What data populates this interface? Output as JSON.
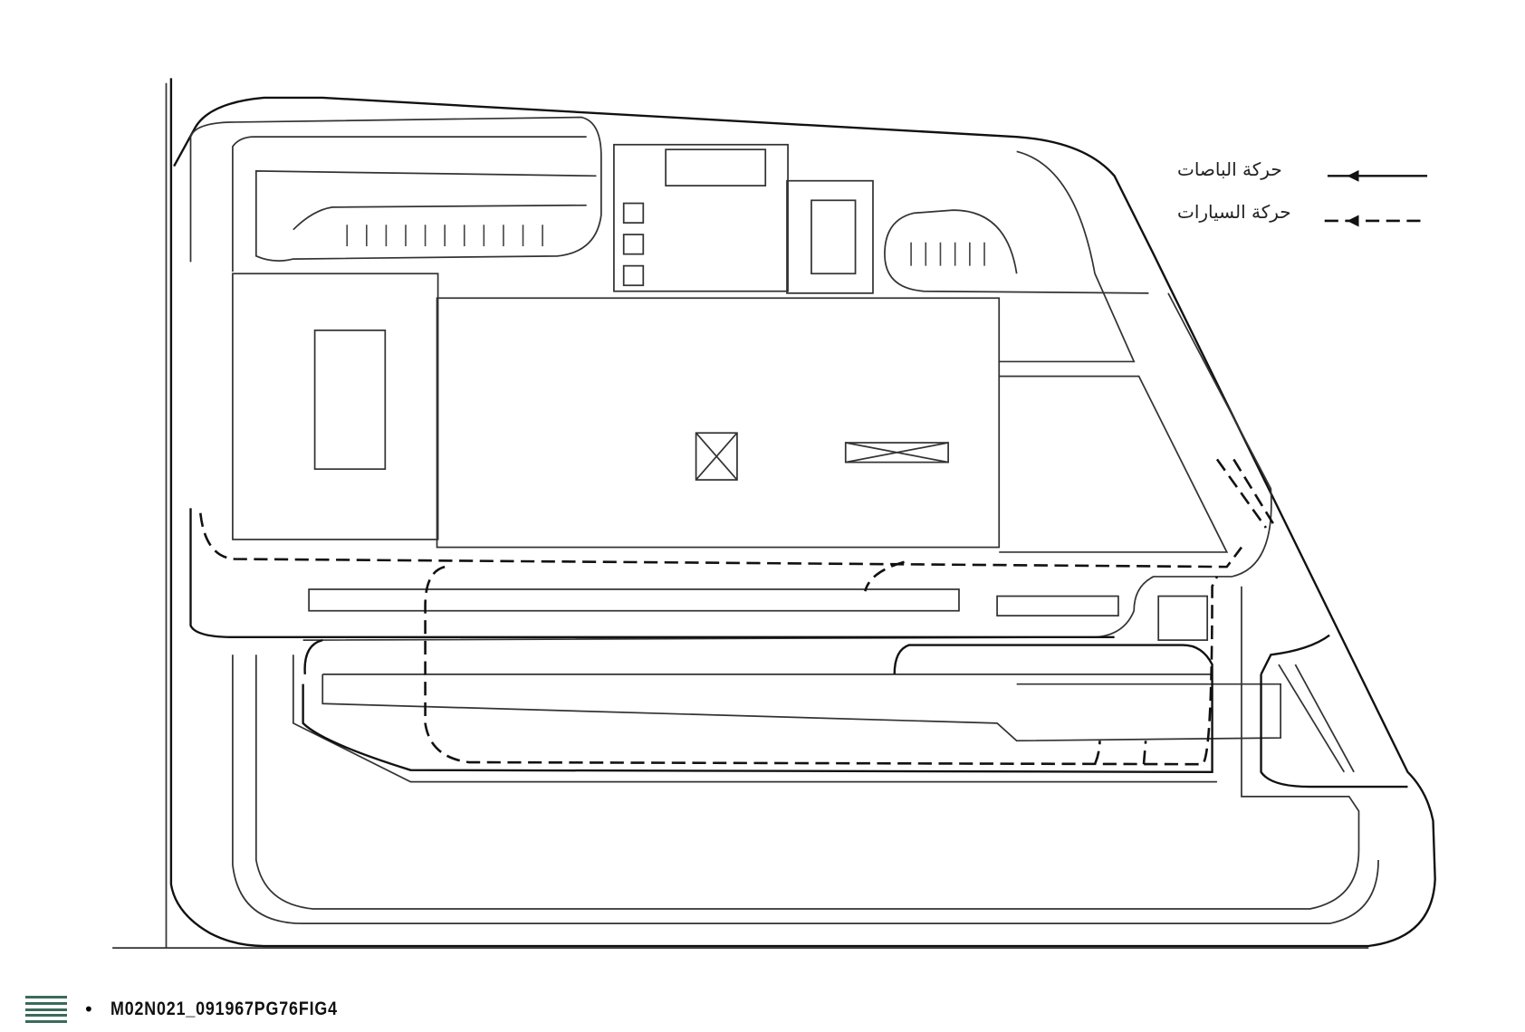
{
  "legend": {
    "bus_movement": "حركة الباصات",
    "car_movement": "حركة السيارات"
  },
  "caption": {
    "bullet": "•",
    "id": "M02N021_091967PG76FIG4"
  },
  "colors": {
    "ink": "#111111",
    "logo": "#3b6b5a"
  }
}
